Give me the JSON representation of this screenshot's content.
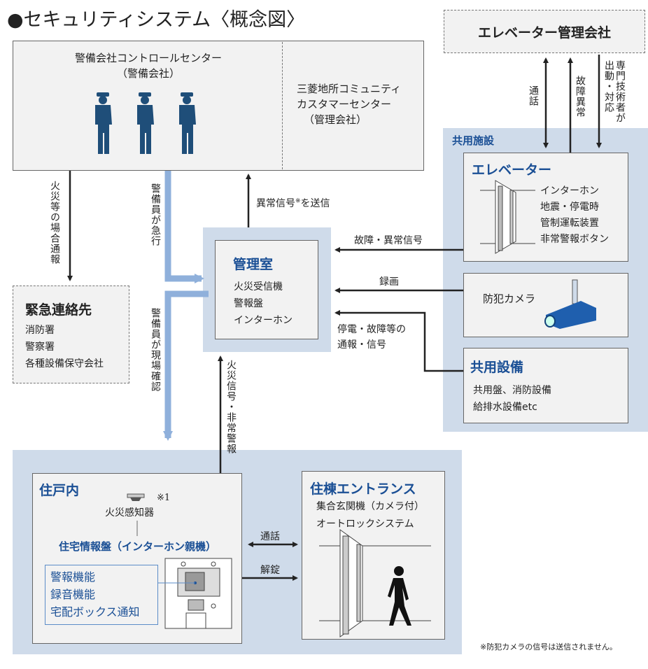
{
  "title": "●セキュリティシステム〈概念図〉",
  "security_center": {
    "title": "警備会社コントロールセンター",
    "sub": "（警備会社）"
  },
  "community": {
    "line1": "三菱地所コミュニティ",
    "line2": "カスタマーセンター",
    "line3": "（管理会社）"
  },
  "elevator_company": "エレベーター管理会社",
  "elevator_arrows": {
    "call": "通話",
    "fault": "故障異常",
    "dispatch": "専門技術者が出動・対応"
  },
  "common_facilities": {
    "title": "共用施設",
    "elevator": {
      "title": "エレベーター",
      "items": [
        "インターホン",
        "地震・停電時",
        "管制運転装置",
        "非常警報ボタン"
      ]
    },
    "camera": {
      "title": "防犯カメラ"
    },
    "equipment": {
      "title": "共用設備",
      "items": [
        "共用盤、消防設備",
        "給排水設備etc"
      ]
    }
  },
  "management_room": {
    "title": "管理室",
    "items": [
      "火災受信機",
      "警報盤",
      "インターホン"
    ]
  },
  "emergency": {
    "title": "緊急連絡先",
    "items": [
      "消防署",
      "警察署",
      "各種設備保守会社"
    ]
  },
  "arrows": {
    "fire_report": "火災等の場合通報",
    "guard_rush": "警備員が急行",
    "guard_check": "警備員が現場確認",
    "abnormal_signal": "異常信号",
    "abnormal_note": "※",
    "abnormal_send": "を送信",
    "fault_signal": "故障・異常信号",
    "recording": "録画",
    "outage_1": "停電・故障等の",
    "outage_2": "通報・信号",
    "fire_signal": "火災信号・非常警報",
    "call": "通話",
    "unlock": "解錠"
  },
  "dwelling": {
    "title": "住戸内",
    "detector": "火災感知器",
    "detector_note": "※1",
    "panel": "住宅情報盤（インターホン親機）",
    "functions": [
      "警報機能",
      "録音機能",
      "宅配ボックス通知"
    ]
  },
  "entrance": {
    "title": "住棟エントランス",
    "line1": "集合玄関機（カメラ付）",
    "line2": "オートロックシステム"
  },
  "footnote": "※防犯カメラの信号は送信されません。",
  "colors": {
    "accent": "#1a4f95",
    "panel_blue": "#cfdbea",
    "box": "#f2f2f2",
    "guard": "#1f4e79"
  }
}
